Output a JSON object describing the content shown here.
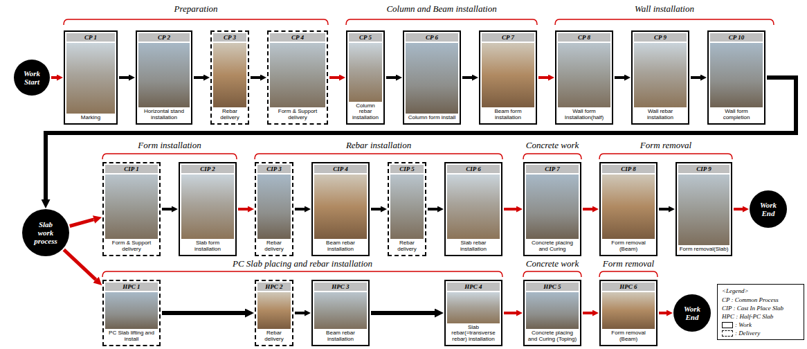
{
  "diagram": {
    "nodes": [
      {
        "text": [
          "Work Start"
        ]
      },
      {
        "text": [
          "CP 1",
          "Marking"
        ]
      },
      {
        "text": [
          "CP 2",
          "Horizontal stand installation"
        ]
      },
      {
        "text": [
          "CP 3",
          "Rebar delivery"
        ]
      },
      {
        "text": [
          "CP 4",
          "Form & Support delivery"
        ]
      },
      {
        "text": [
          "CP 5",
          "Column rebar installation"
        ]
      },
      {
        "text": [
          "CP 6",
          "Column form install"
        ]
      },
      {
        "text": [
          "CP 7",
          "Beam form installation"
        ]
      },
      {
        "text": [
          "CP 8",
          "Wall form Installation(half)"
        ]
      },
      {
        "text": [
          "CP 9",
          "Wall rebar installation"
        ]
      },
      {
        "text": [
          "CP 10",
          "Wall form completion"
        ]
      },
      {
        "text": [
          "Slab work process"
        ]
      },
      {
        "text": [
          "CIP 1",
          "Form & Support delivery"
        ]
      },
      {
        "text": [
          "CIP 2",
          "Slab form installation"
        ]
      },
      {
        "text": [
          "CIP 3",
          "Rebar delivery"
        ]
      },
      {
        "text": [
          "CIP 4",
          "Beam rebar installation"
        ]
      },
      {
        "text": [
          "CIP 5",
          "Rebar delivery"
        ]
      },
      {
        "text": [
          "CIP 6",
          "Slab rebar installation"
        ]
      },
      {
        "text": [
          "CIP 7",
          "Concrete placing and Curing"
        ]
      },
      {
        "text": [
          "CIP 8",
          "Form removal (Beam)"
        ]
      },
      {
        "text": [
          "CIP 9",
          "Form removal(Slab)"
        ]
      },
      {
        "text": [
          "Work End"
        ]
      },
      {
        "text": [
          "HPC 1",
          "PC Slab lifting and install"
        ]
      },
      {
        "text": [
          "HPC 2",
          "Rebar delivery"
        ]
      },
      {
        "text": [
          "HPC 3",
          "Beam rebar installation"
        ]
      },
      {
        "text": [
          "HPC 4",
          "Slab rebar(=transverse rebar) installation"
        ]
      },
      {
        "text": [
          "HPC 5",
          "Concrete placing and Curing (Toping)"
        ]
      },
      {
        "text": [
          "HPC 6",
          "Form removal (Beam)"
        ]
      },
      {
        "text": [
          "Work End"
        ]
      }
    ],
    "edges": [
      {
        "from": 0,
        "to": 1,
        "arrow": "to"
      },
      {
        "from": 1,
        "to": 2,
        "arrow": "to"
      },
      {
        "from": 2,
        "to": 3,
        "arrow": "to"
      },
      {
        "from": 3,
        "to": 4,
        "arrow": "to"
      },
      {
        "from": 4,
        "to": 5,
        "arrow": "to"
      },
      {
        "from": 5,
        "to": 6,
        "arrow": "to"
      },
      {
        "from": 6,
        "to": 7,
        "arrow": "to"
      },
      {
        "from": 7,
        "to": 8,
        "arrow": "to"
      },
      {
        "from": 8,
        "to": 9,
        "arrow": "to"
      },
      {
        "from": 9,
        "to": 10,
        "arrow": "to"
      },
      {
        "from": 10,
        "to": 11,
        "arrow": "to"
      },
      {
        "from": 11,
        "to": 12,
        "arrow": "to"
      },
      {
        "from": 12,
        "to": 13,
        "arrow": "to"
      },
      {
        "from": 13,
        "to": 14,
        "arrow": "to"
      },
      {
        "from": 14,
        "to": 15,
        "arrow": "to"
      },
      {
        "from": 15,
        "to": 16,
        "arrow": "to"
      },
      {
        "from": 16,
        "to": 17,
        "arrow": "to"
      },
      {
        "from": 17,
        "to": 18,
        "arrow": "to"
      },
      {
        "from": 18,
        "to": 19,
        "arrow": "to"
      },
      {
        "from": 19,
        "to": 20,
        "arrow": "to"
      },
      {
        "from": 20,
        "to": 21,
        "arrow": "to"
      },
      {
        "from": 11,
        "to": 22,
        "arrow": "to"
      },
      {
        "from": 22,
        "to": 23,
        "arrow": "to"
      },
      {
        "from": 23,
        "to": 24,
        "arrow": "to"
      },
      {
        "from": 24,
        "to": 25,
        "arrow": "to"
      },
      {
        "from": 25,
        "to": 26,
        "arrow": "to"
      },
      {
        "from": 26,
        "to": 27,
        "arrow": "to"
      },
      {
        "from": 27,
        "to": 28,
        "arrow": "to"
      }
    ],
    "labels": [
      "Preparation",
      "Column and Beam installation",
      "Wall installation",
      "Form installation",
      "Rebar installation",
      "Concrete work",
      "Form removal",
      "PC Slab placing and rebar installation",
      "Concrete work",
      "Form removal",
      "<Legend>"
    ],
    "legend": [
      {
        "text": "CP : Common Process"
      },
      {
        "text": "CIP : Cast In Place Slab"
      },
      {
        "text": "HPC : Half-PC Slab"
      },
      {
        "text": ": Work"
      },
      {
        "text": ": Delivery"
      }
    ]
  }
}
